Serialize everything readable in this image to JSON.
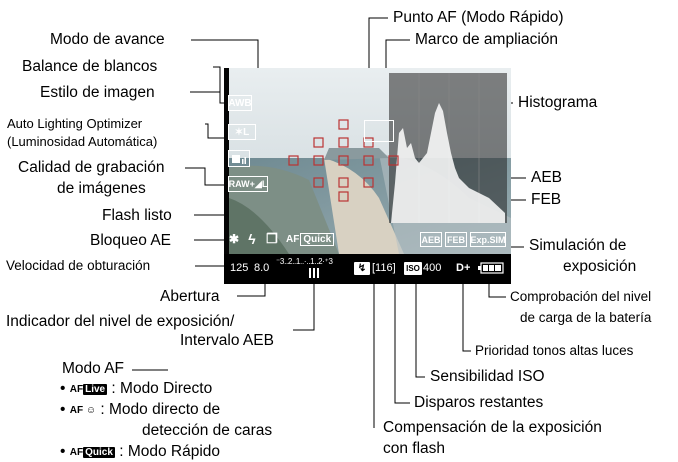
{
  "labels": {
    "drive_mode": "Modo de avance",
    "white_balance": "Balance de blancos",
    "picture_style": "Estilo de imagen",
    "alo_1": "Auto Lighting Optimizer",
    "alo_2": "(Luminosidad Automática)",
    "quality_1": "Calidad de grabación",
    "quality_2": "de imágenes",
    "flash_ready": "Flash listo",
    "ae_lock": "Bloqueo AE",
    "shutter_speed": "Velocidad de obturación",
    "aperture": "Abertura",
    "exposure_1": "Indicador del nivel de exposición/",
    "exposure_2": "Intervalo AEB",
    "af_point": "Punto AF (Modo Rápido)",
    "magnify_frame": "Marco de ampliación",
    "histogram": "Histograma",
    "aeb": "AEB",
    "feb": "FEB",
    "exp_sim_1": "Simulación de",
    "exp_sim_2": "exposición",
    "battery_1": "Comprobación del nivel",
    "battery_2": "de carga de la batería",
    "highlight_priority": "Prioridad tonos altas luces",
    "iso": "Sensibilidad ISO",
    "shots_remaining": "Disparos restantes",
    "flash_comp_1": "Compensación de la exposición",
    "flash_comp_2": "con flash"
  },
  "af_modes": {
    "title": "Modo AF",
    "items": [
      {
        "icon_prefix": "AF",
        "icon": "Live",
        "text": ": Modo Directo"
      },
      {
        "icon_prefix": "AF",
        "icon": "☺",
        "text": ": Modo directo de"
      },
      {
        "icon_prefix": "",
        "icon": "",
        "text": "detección de caras"
      },
      {
        "icon_prefix": "AF",
        "icon": "Quick",
        "text": ": Modo Rápido"
      }
    ]
  },
  "screen": {
    "wb_icon": "AWB",
    "style_icon": "✶L",
    "quality_icon": "RAW+◢L",
    "drive_icon": "❐",
    "af_icon_prefix": "AF",
    "af_icon": "Quick",
    "ae_lock_icon": "✱",
    "flash_icon": "ϟ",
    "aeb_badge": "AEB",
    "feb_badge": "FEB",
    "expsim_badge": "Exp.SIM",
    "shutter": "125",
    "aperture": "8.0",
    "scale": "⁻3..2..1..·..1..2·⁺3",
    "flash_comp_icon": "↯",
    "shots": "[116]",
    "iso_icon": "ISO",
    "iso": "400",
    "highlight": "D+",
    "battery_icon": "battery-icon"
  }
}
